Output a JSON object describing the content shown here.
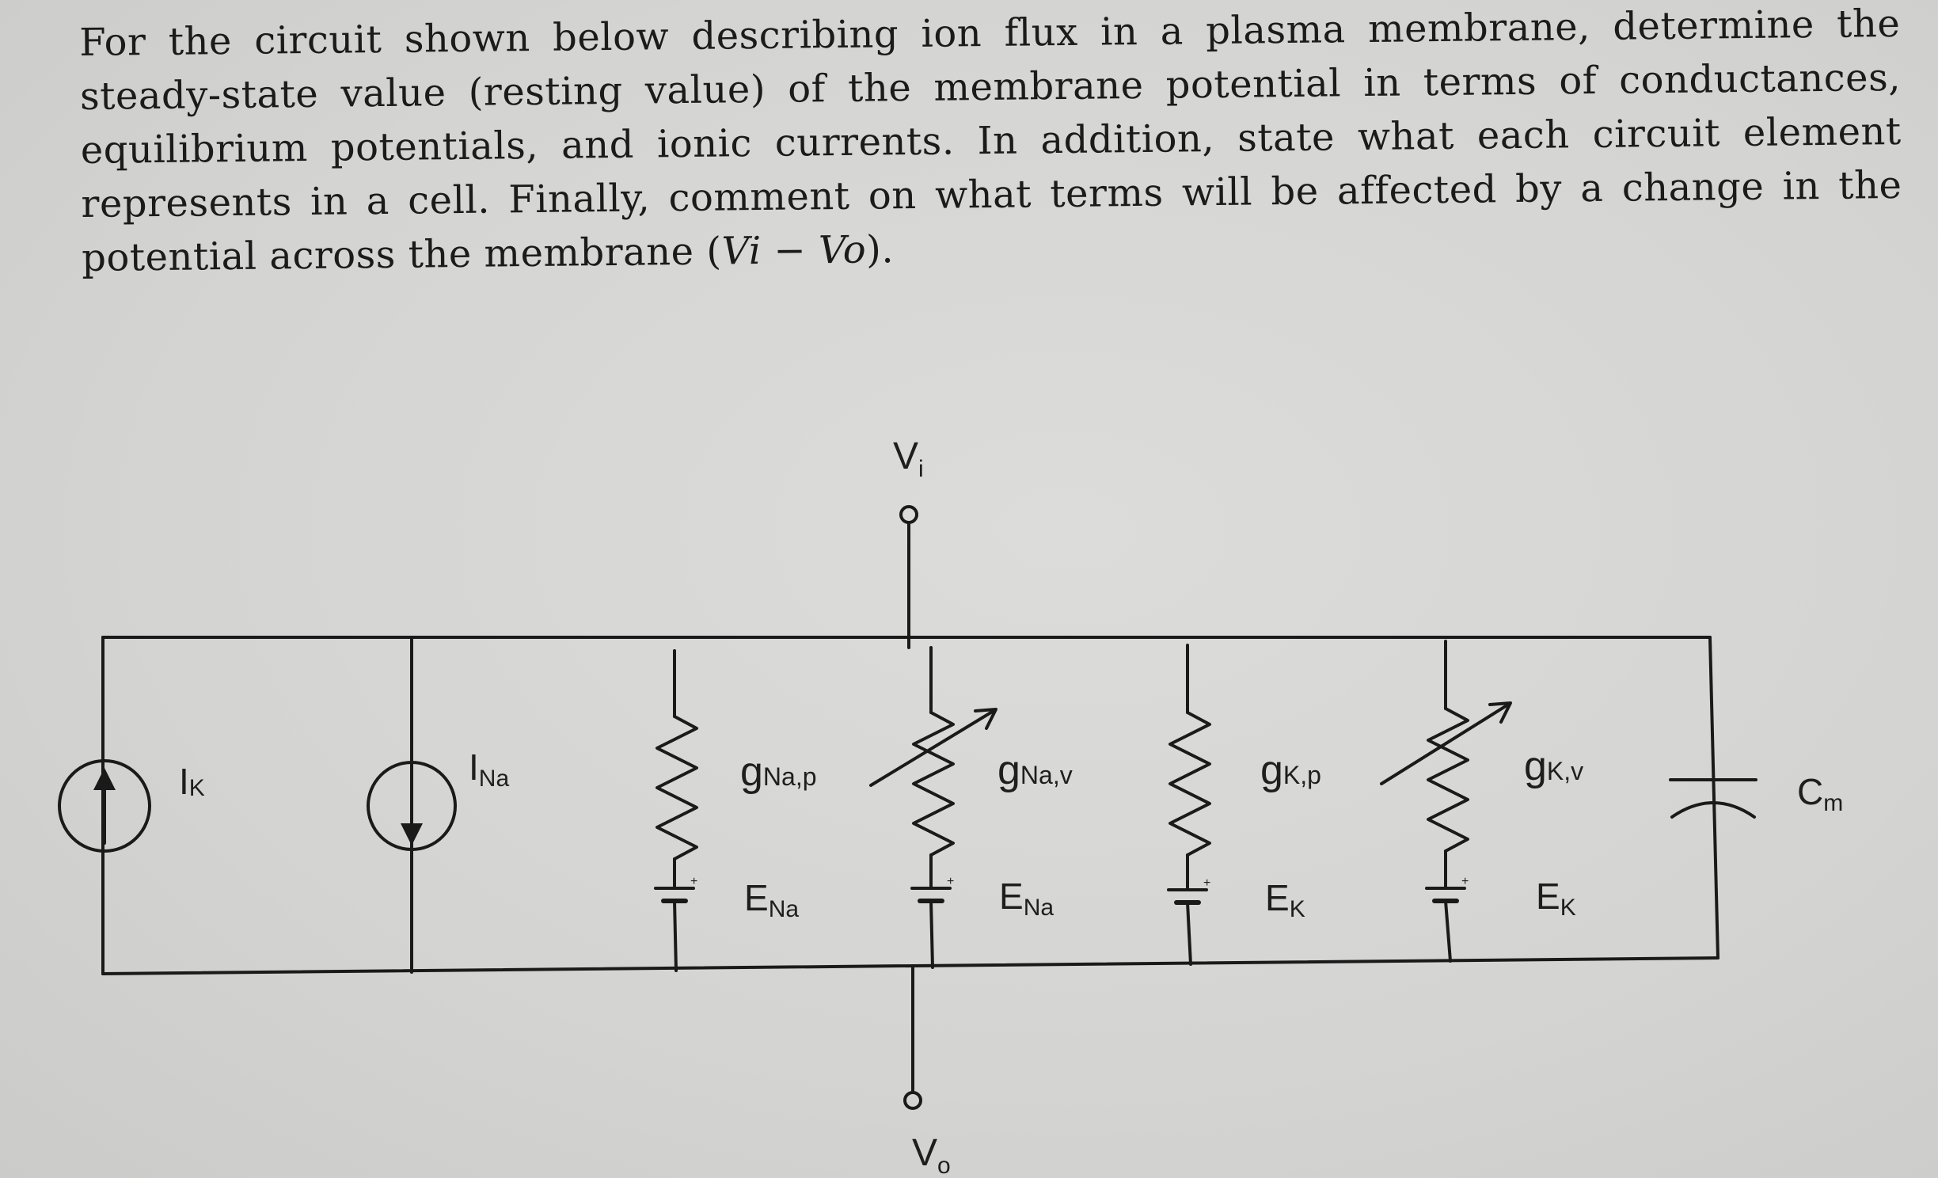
{
  "question": {
    "text_before_expr": "For the circuit shown below describing ion flux in a plasma membrane, determine the steady-state value (resting value) of the membrane potential in terms of conductances, equilibrium potentials, and ionic currents. In addition, state what each circuit element represents in a cell. Finally, comment on what terms will be affected by a change in the potential across the membrane (",
    "expr": "Vi − Vo",
    "text_after_expr": ")."
  },
  "circuit": {
    "terminal_top": {
      "main": "V",
      "sub": "i"
    },
    "terminal_bottom": {
      "main": "V",
      "sub": "o"
    },
    "current_source_k": {
      "main": "I",
      "sub": "K"
    },
    "current_source_na": {
      "main": "I",
      "sub": "Na"
    },
    "g_na_p": {
      "main": "g",
      "sub": "Na,p"
    },
    "g_na_v": {
      "main": "g",
      "sub": "Na,v"
    },
    "g_k_p": {
      "main": "g",
      "sub": "K,p"
    },
    "g_k_v": {
      "main": "g",
      "sub": "K,v"
    },
    "e_na_1": {
      "main": "E",
      "sub": "Na"
    },
    "e_na_2": {
      "main": "E",
      "sub": "Na"
    },
    "e_k_1": {
      "main": "E",
      "sub": "K"
    },
    "e_k_2": {
      "main": "E",
      "sub": "K"
    },
    "capacitor": {
      "main": "C",
      "sub": "m"
    },
    "battery_plus": "+",
    "line_color": "#1a1a1a"
  }
}
